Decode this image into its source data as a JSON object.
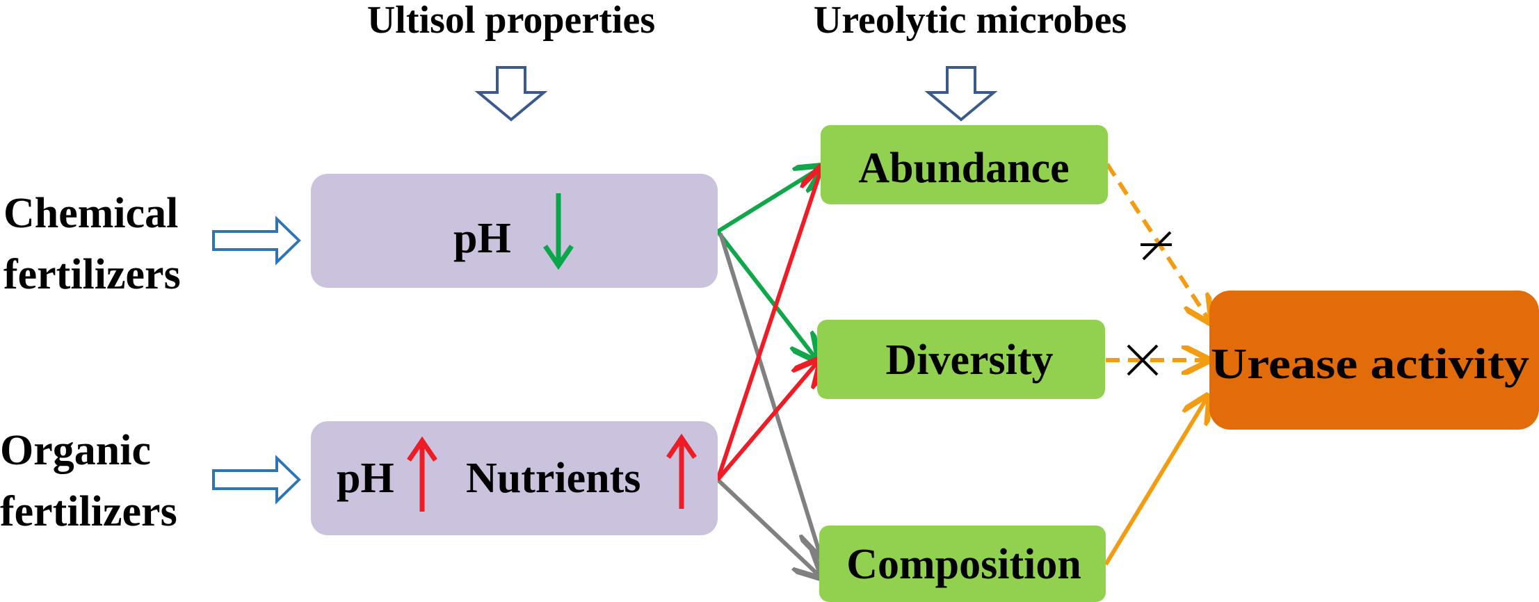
{
  "headers": {
    "ultisol": "Ultisol properties",
    "microbes": "Ureolytic microbes"
  },
  "inputs": {
    "chemical_line1": "Chemical",
    "chemical_line2": "fertilizers",
    "organic_line1": "Organic",
    "organic_line2": "fertilizers"
  },
  "soil_boxes": {
    "chemical_ph": "pH",
    "organic_ph": "pH",
    "organic_nutrients": "Nutrients"
  },
  "microbe_boxes": {
    "abundance": "Abundance",
    "diversity": "Diversity",
    "composition": "Composition"
  },
  "outcome": {
    "urease": "Urease activity"
  },
  "colors": {
    "soil_box_fill": "#cbc3dd",
    "microbe_box_fill": "#92d050",
    "outcome_fill": "#e36c0a",
    "hollow_arrow_blue": "#2e75b6",
    "hollow_arrow_navy": "#3a5a8c",
    "decrease_green": "#0aa64a",
    "increase_red": "#ee1c25",
    "link_green": "#10a64a",
    "link_red": "#ee1c25",
    "link_gray": "#808080",
    "link_orange": "#f39c12"
  },
  "icons": {
    "input_arrow": "hollow-right-arrow-icon",
    "header_arrow": "hollow-down-arrow-icon",
    "trend_down": "arrow-down-icon",
    "trend_up": "arrow-up-icon",
    "no_effect": "cross-mark-icon"
  }
}
